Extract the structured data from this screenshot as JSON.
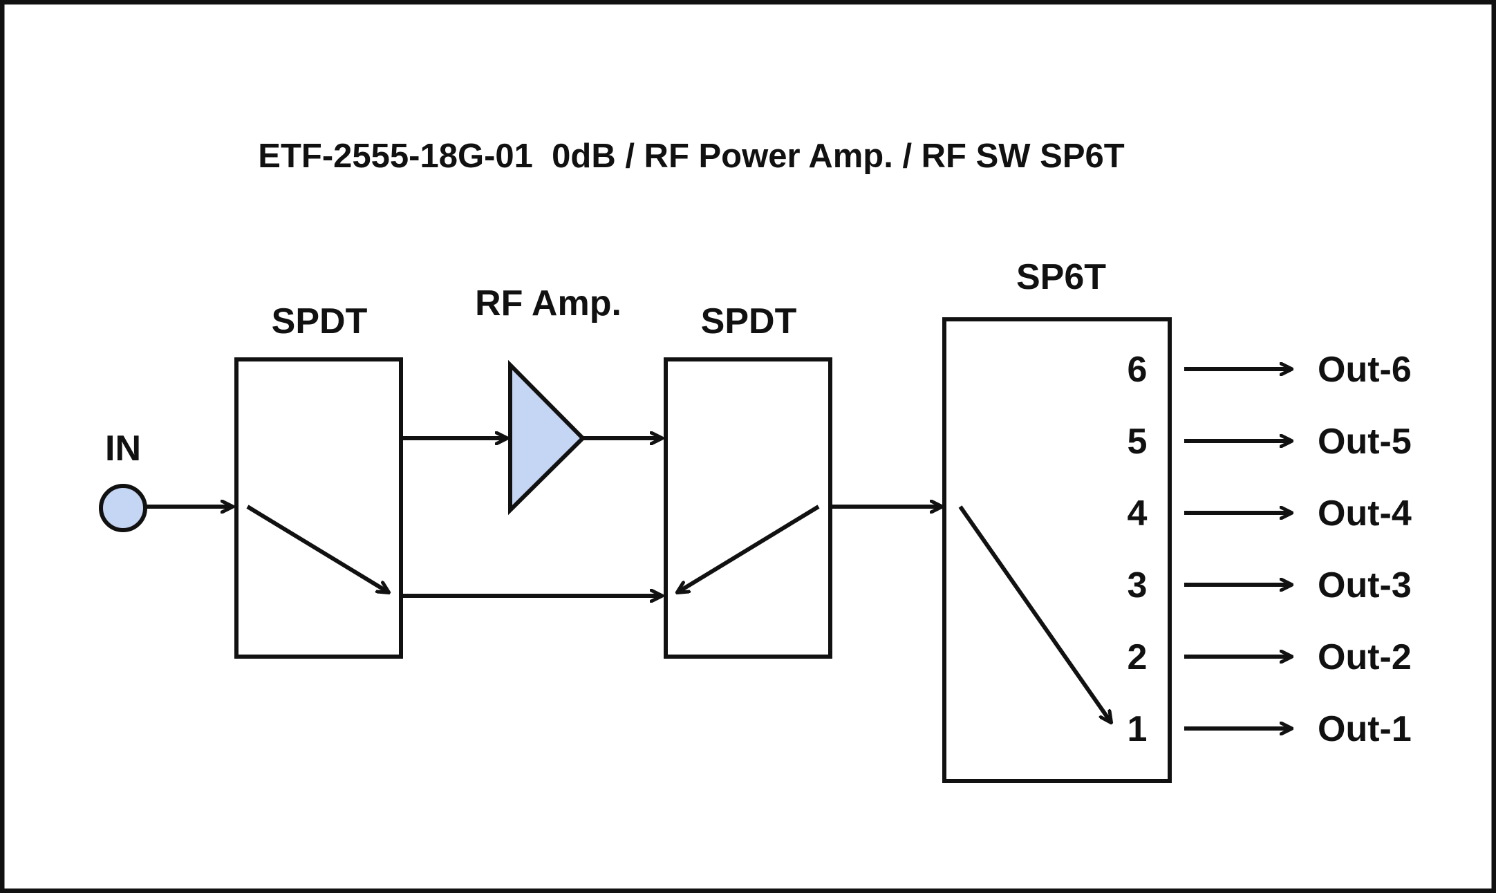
{
  "title": "ETF-2555-18G-01  0dB / RF Power Amp. / RF SW SP6T",
  "input": {
    "label": "IN"
  },
  "blocks": {
    "spdt_in": {
      "label": "SPDT"
    },
    "amp": {
      "label": "RF Amp."
    },
    "spdt_out": {
      "label": "SPDT"
    },
    "sp6t": {
      "label": "SP6T"
    }
  },
  "ports": [
    {
      "num": "6",
      "label": "Out-6"
    },
    {
      "num": "5",
      "label": "Out-5"
    },
    {
      "num": "4",
      "label": "Out-4"
    },
    {
      "num": "3",
      "label": "Out-3"
    },
    {
      "num": "2",
      "label": "Out-2"
    },
    {
      "num": "1",
      "label": "Out-1"
    }
  ],
  "colors": {
    "fill_accent": "#c5d5f4",
    "stroke": "#111111",
    "frame": "#111111"
  }
}
